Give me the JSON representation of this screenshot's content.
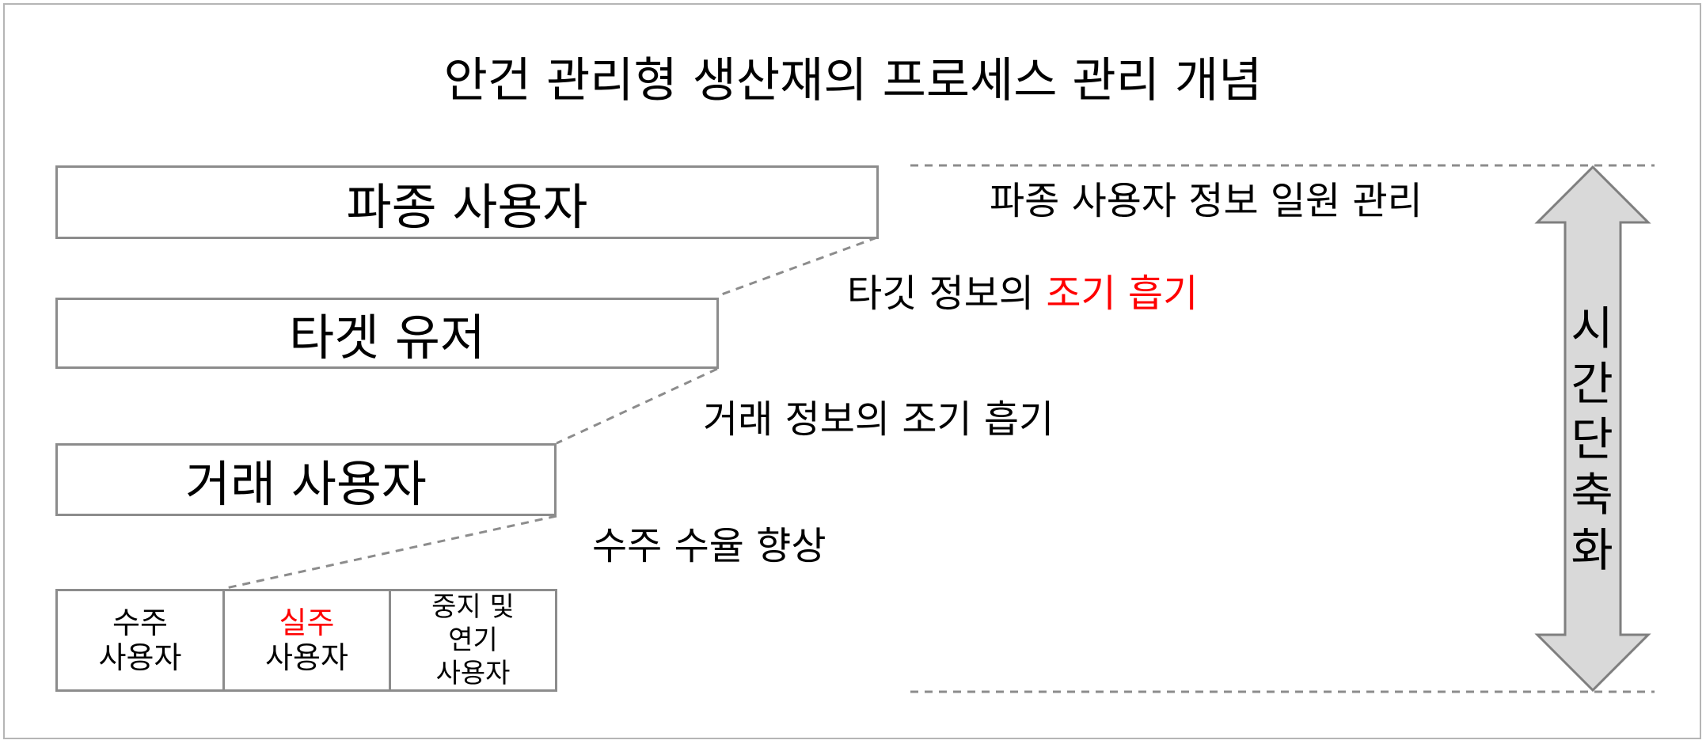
{
  "title": "안건 관리형 생산재의 프로세스 관리 개념",
  "bars": [
    {
      "label": "파종 사용자"
    },
    {
      "label": "타겟 유저"
    },
    {
      "label": "거래 사용자"
    }
  ],
  "bottom_cells": [
    {
      "line1": "수주",
      "line2": "사용자"
    },
    {
      "line1": "실주",
      "line2": "사용자"
    },
    {
      "line1": "중지 및",
      "line2": "연기",
      "line3": "사용자"
    }
  ],
  "descriptions": {
    "d1": "파종 사용자 정보 일원 관리",
    "d2_prefix": "타깃 정보의 ",
    "d2_highlight": "조기 흡기",
    "d3": "거래 정보의 조기 흡기",
    "d4": "수주 수율 향상"
  },
  "axis": {
    "chars": [
      "시",
      "간",
      "단",
      "축",
      "화"
    ]
  },
  "colors": {
    "highlight": "#ff0000",
    "border": "#8c8c8c",
    "arrow_fill": "#d9d9d9",
    "arrow_stroke": "#7f7f7f"
  }
}
